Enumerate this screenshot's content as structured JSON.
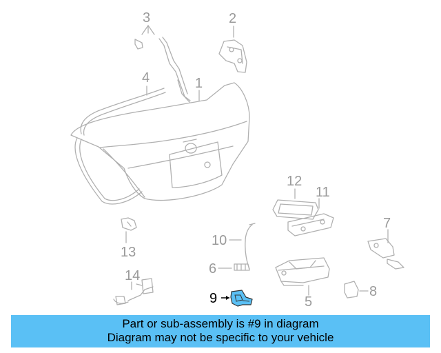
{
  "diagram": {
    "callouts": [
      "1",
      "2",
      "3",
      "4",
      "5",
      "6",
      "7",
      "8",
      "9",
      "10",
      "11",
      "12",
      "13",
      "14"
    ],
    "highlighted_part": "9",
    "colors": {
      "line": "#b5b5b5",
      "label": "#9a9a9a",
      "highlight_fill": "#5ac0f5",
      "highlight_label": "#000000"
    }
  },
  "banner": {
    "line1": "Part or sub-assembly is #9 in diagram",
    "line2": "Diagram may not be specific to your vehicle",
    "color": "#5ac0f5"
  }
}
